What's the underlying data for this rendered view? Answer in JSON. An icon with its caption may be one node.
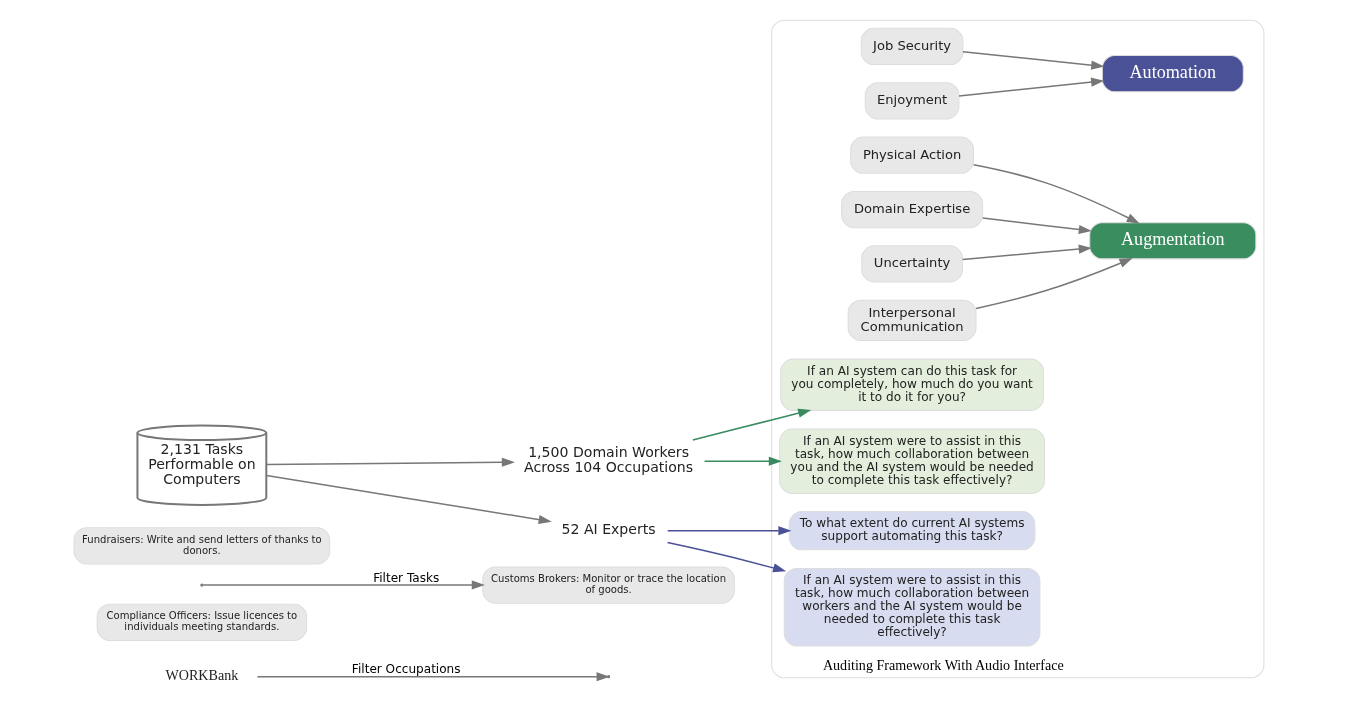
{
  "diagram": {
    "nodes": [
      {
        "text": [
          "WORKBank"
        ]
      },
      {
        "text": [
          "Compliance Officers: Issue licences to individuals meeting standards."
        ]
      },
      {
        "text": [
          "Customs Brokers: Monitor or trace the location of goods."
        ]
      },
      {
        "text": [
          "Fundraisers: Write and send letters of thanks to donors."
        ]
      },
      {
        "text": [
          "2,131 Tasks Performable on Computers"
        ]
      },
      {
        "text": [
          "1,500 Domain Workers Across 104 Occupations"
        ]
      },
      {
        "text": [
          "52 AI Experts"
        ]
      },
      {
        "text": [
          "Auditing Framework With Audio Interface"
        ]
      },
      {
        "text": [
          "Job Security"
        ],
        "in": 7
      },
      {
        "text": [
          "Enjoyment"
        ],
        "in": 7
      },
      {
        "text": [
          "Automation"
        ],
        "in": 7
      },
      {
        "text": [
          "Physical Action"
        ],
        "in": 7
      },
      {
        "text": [
          "Domain Expertise"
        ],
        "in": 7
      },
      {
        "text": [
          "Uncertainty"
        ],
        "in": 7
      },
      {
        "text": [
          "Interpersonal Communication"
        ],
        "in": 7
      },
      {
        "text": [
          "Augmentation"
        ],
        "in": 7
      },
      {
        "text": [
          "If an AI system can do this task for you completely, how much do you want it to do it for you?"
        ],
        "in": 7
      },
      {
        "text": [
          "To what extent do current AI systems support automating this task?"
        ],
        "in": 7
      },
      {
        "text": [
          "If an AI system were to assist in this task, how much collaboration between you and the AI system would be needed to complete this task effectively?"
        ],
        "in": 7
      },
      {
        "text": [
          "If an AI system were to assist in this task, how much collaboration between workers and the AI system would be needed to complete this task effectively?"
        ],
        "in": 7
      }
    ],
    "edges": [
      {
        "from": 0,
        "to": null,
        "arrow": "to",
        "label": "Filter Occupations"
      },
      {
        "from": null,
        "to": 2,
        "arrow": "to",
        "label": "Filter Tasks"
      },
      {
        "from": 4,
        "to": 5,
        "arrow": "to"
      },
      {
        "from": 4,
        "to": 6,
        "arrow": "to"
      },
      {
        "from": 8,
        "to": 10,
        "arrow": "to"
      },
      {
        "from": 9,
        "to": 10,
        "arrow": "to"
      },
      {
        "from": 11,
        "to": 15,
        "arrow": "to"
      },
      {
        "from": 12,
        "to": 15,
        "arrow": "to"
      },
      {
        "from": 13,
        "to": 15,
        "arrow": "to"
      },
      {
        "from": 14,
        "to": 15,
        "arrow": "to"
      },
      {
        "from": 5,
        "to": 16,
        "arrow": "to",
        "color": "#3a8a5f"
      },
      {
        "from": 5,
        "to": 18,
        "arrow": "to",
        "color": "#3a8a5f"
      },
      {
        "from": 6,
        "to": 17,
        "arrow": "to",
        "color": "#4b5196"
      },
      {
        "from": 6,
        "to": 19,
        "arrow": "to",
        "color": "#4b5196"
      }
    ]
  }
}
